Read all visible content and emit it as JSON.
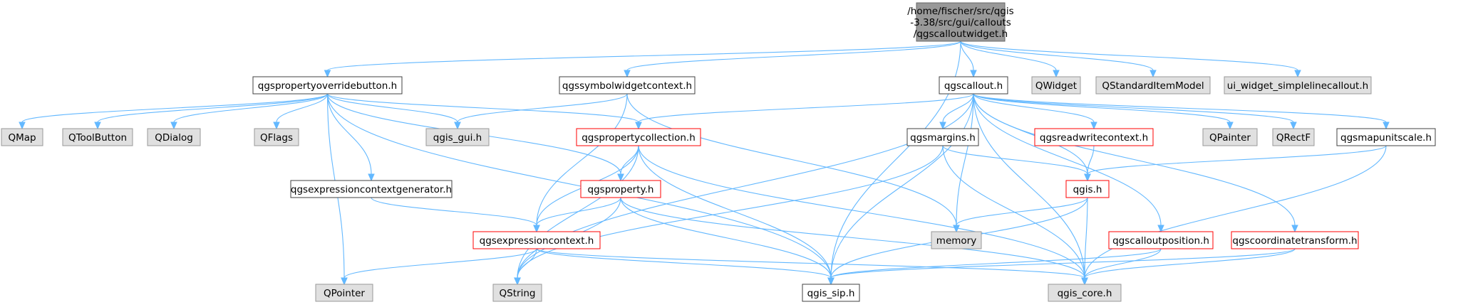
{
  "colors": {
    "edge": "#63b8ff",
    "root_fill": "#999999",
    "root_stroke": "#666666",
    "plain_fill": "#ffffff",
    "plain_stroke": "#404040",
    "red_fill": "#ffffff",
    "red_stroke": "#ff0000",
    "gray_fill": "#e0e0e0",
    "gray_stroke": "#999999"
  },
  "nodes": [
    {
      "id": "root",
      "lines": [
        "/home/fischer/src/qgis",
        "-3.38/src/gui/callouts",
        "/qgscalloutwidget.h"
      ],
      "style": "root"
    },
    {
      "id": "qgspropertyoverridebutton",
      "lines": [
        "qgspropertyoverridebutton.h"
      ],
      "style": "plain"
    },
    {
      "id": "qgssymbolwidgetcontext",
      "lines": [
        "qgssymbolwidgetcontext.h"
      ],
      "style": "plain"
    },
    {
      "id": "qgscallout",
      "lines": [
        "qgscallout.h"
      ],
      "style": "plain"
    },
    {
      "id": "QWidget",
      "lines": [
        "QWidget"
      ],
      "style": "gray"
    },
    {
      "id": "QStandardItemModel",
      "lines": [
        "QStandardItemModel"
      ],
      "style": "gray"
    },
    {
      "id": "ui_widget",
      "lines": [
        "ui_widget_simplelinecallout.h"
      ],
      "style": "gray"
    },
    {
      "id": "QMap",
      "lines": [
        "QMap"
      ],
      "style": "gray"
    },
    {
      "id": "QToolButton",
      "lines": [
        "QToolButton"
      ],
      "style": "gray"
    },
    {
      "id": "QDialog",
      "lines": [
        "QDialog"
      ],
      "style": "gray"
    },
    {
      "id": "QFlags",
      "lines": [
        "QFlags"
      ],
      "style": "gray"
    },
    {
      "id": "qgis_gui",
      "lines": [
        "qgis_gui.h"
      ],
      "style": "gray"
    },
    {
      "id": "qgspropertycollection",
      "lines": [
        "qgspropertycollection.h"
      ],
      "style": "red"
    },
    {
      "id": "qgsmargins",
      "lines": [
        "qgsmargins.h"
      ],
      "style": "plain"
    },
    {
      "id": "qgsreadwritecontext",
      "lines": [
        "qgsreadwritecontext.h"
      ],
      "style": "red"
    },
    {
      "id": "QPainter",
      "lines": [
        "QPainter"
      ],
      "style": "gray"
    },
    {
      "id": "QRectF",
      "lines": [
        "QRectF"
      ],
      "style": "gray"
    },
    {
      "id": "qgsmapunitscale",
      "lines": [
        "qgsmapunitscale.h"
      ],
      "style": "plain"
    },
    {
      "id": "qgsexpressioncontextgenerator",
      "lines": [
        "qgsexpressioncontextgenerator.h"
      ],
      "style": "plain"
    },
    {
      "id": "qgsproperty",
      "lines": [
        "qgsproperty.h"
      ],
      "style": "red"
    },
    {
      "id": "qgis",
      "lines": [
        "qgis.h"
      ],
      "style": "red"
    },
    {
      "id": "memory",
      "lines": [
        "memory"
      ],
      "style": "gray"
    },
    {
      "id": "qgsexpressioncontext",
      "lines": [
        "qgsexpressioncontext.h"
      ],
      "style": "red"
    },
    {
      "id": "qgscalloutposition",
      "lines": [
        "qgscalloutposition.h"
      ],
      "style": "red"
    },
    {
      "id": "qgscoordinatetransform",
      "lines": [
        "qgscoordinatetransform.h"
      ],
      "style": "red"
    },
    {
      "id": "QPointer",
      "lines": [
        "QPointer"
      ],
      "style": "gray"
    },
    {
      "id": "QString",
      "lines": [
        "QString"
      ],
      "style": "gray"
    },
    {
      "id": "qgis_sip",
      "lines": [
        "qgis_sip.h"
      ],
      "style": "plain"
    },
    {
      "id": "qgis_core",
      "lines": [
        "qgis_core.h"
      ],
      "style": "gray"
    }
  ],
  "edges": [
    [
      "root",
      "qgspropertyoverridebutton"
    ],
    [
      "root",
      "qgssymbolwidgetcontext"
    ],
    [
      "root",
      "qgscallout"
    ],
    [
      "root",
      "QWidget"
    ],
    [
      "root",
      "QStandardItemModel"
    ],
    [
      "root",
      "ui_widget"
    ],
    [
      "root",
      "qgis_sip"
    ],
    [
      "qgspropertyoverridebutton",
      "QMap"
    ],
    [
      "qgspropertyoverridebutton",
      "QToolButton"
    ],
    [
      "qgspropertyoverridebutton",
      "QDialog"
    ],
    [
      "qgspropertyoverridebutton",
      "QFlags"
    ],
    [
      "qgspropertyoverridebutton",
      "qgis_gui"
    ],
    [
      "qgspropertyoverridebutton",
      "qgspropertycollection"
    ],
    [
      "qgspropertyoverridebutton",
      "qgsexpressioncontextgenerator"
    ],
    [
      "qgspropertyoverridebutton",
      "qgsproperty"
    ],
    [
      "qgspropertyoverridebutton",
      "QPointer"
    ],
    [
      "qgspropertyoverridebutton",
      "qgis_sip"
    ],
    [
      "qgssymbolwidgetcontext",
      "qgis_gui"
    ],
    [
      "qgssymbolwidgetcontext",
      "qgsexpressioncontext"
    ],
    [
      "qgssymbolwidgetcontext",
      "memory"
    ],
    [
      "qgscallout",
      "qgspropertycollection"
    ],
    [
      "qgscallout",
      "qgsmargins"
    ],
    [
      "qgscallout",
      "qgsreadwritecontext"
    ],
    [
      "qgscallout",
      "QPainter"
    ],
    [
      "qgscallout",
      "QRectF"
    ],
    [
      "qgscallout",
      "qgsmapunitscale"
    ],
    [
      "qgscallout",
      "qgis"
    ],
    [
      "qgscallout",
      "memory"
    ],
    [
      "qgscallout",
      "qgscalloutposition"
    ],
    [
      "qgscallout",
      "qgscoordinatetransform"
    ],
    [
      "qgscallout",
      "QString"
    ],
    [
      "qgscallout",
      "qgis_sip"
    ],
    [
      "qgscallout",
      "qgis_core"
    ],
    [
      "qgspropertycollection",
      "qgsproperty"
    ],
    [
      "qgspropertycollection",
      "qgsexpressioncontext"
    ],
    [
      "qgspropertycollection",
      "QString"
    ],
    [
      "qgspropertycollection",
      "qgis_sip"
    ],
    [
      "qgspropertycollection",
      "qgis_core"
    ],
    [
      "qgsexpressioncontextgenerator",
      "qgsexpressioncontext"
    ],
    [
      "qgsproperty",
      "qgsexpressioncontext"
    ],
    [
      "qgsproperty",
      "QString"
    ],
    [
      "qgsproperty",
      "qgis_sip"
    ],
    [
      "qgsproperty",
      "qgis_core"
    ],
    [
      "qgsmargins",
      "qgis"
    ],
    [
      "qgsmargins",
      "QString"
    ],
    [
      "qgsmargins",
      "qgis_core"
    ],
    [
      "qgsreadwritecontext",
      "qgis"
    ],
    [
      "qgsmapunitscale",
      "qgis"
    ],
    [
      "qgsmapunitscale",
      "qgis_core"
    ],
    [
      "qgis",
      "memory"
    ],
    [
      "qgis",
      "qgis_sip"
    ],
    [
      "qgis",
      "qgis_core"
    ],
    [
      "qgsexpressioncontext",
      "QPointer"
    ],
    [
      "qgsexpressioncontext",
      "QString"
    ],
    [
      "qgsexpressioncontext",
      "qgis_sip"
    ],
    [
      "qgsexpressioncontext",
      "qgis_core"
    ],
    [
      "qgscalloutposition",
      "qgis_sip"
    ],
    [
      "qgscalloutposition",
      "qgis_core"
    ],
    [
      "qgscoordinatetransform",
      "qgis_sip"
    ],
    [
      "qgscoordinatetransform",
      "qgis_core"
    ]
  ]
}
